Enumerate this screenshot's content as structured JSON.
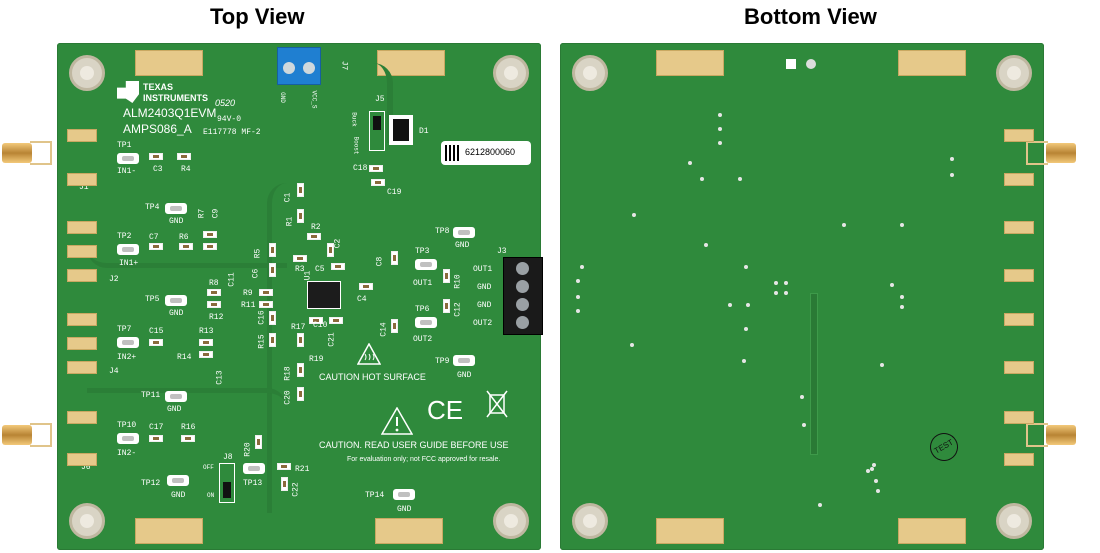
{
  "titles": {
    "top": "Top View",
    "bottom": "Bottom View"
  },
  "top": {
    "logo_line1": "TEXAS",
    "logo_line2": "INSTRUMENTS",
    "board_name": "ALM2403Q1EVM",
    "assembly": "AMPS086_A",
    "date_code": "0520",
    "ul_mark": "94V-0",
    "ul_file": "E117778 MF-2",
    "serial": "6212800060",
    "caution_hot": "CAUTION HOT SURFACE",
    "caution_guide": "CAUTION.  READ USER GUIDE BEFORE USE",
    "eval_note": "For evaluation only; not FCC approved for resale.",
    "ce": "CE",
    "labels": {
      "J1": "J1",
      "J2": "J2",
      "J3": "J3",
      "J4": "J4",
      "J5": "J5",
      "J6": "J6",
      "J7": "J7",
      "J8": "J8",
      "TP1": "TP1",
      "IN1m": "IN1-",
      "TP2": "TP2",
      "IN1p": "IN1+",
      "TP3": "TP3",
      "OUT1": "OUT1",
      "TP4": "TP4",
      "TP5": "TP5",
      "TP6": "TP6",
      "OUT2": "OUT2",
      "TP7": "TP7",
      "IN2p": "IN2+",
      "TP8": "TP8",
      "TP9": "TP9",
      "TP10": "TP10",
      "IN2m": "IN2-",
      "TP11": "TP11",
      "TP12": "TP12",
      "TP13": "TP13",
      "TP14": "TP14",
      "GND": "GND",
      "C3": "C3",
      "R4": "R4",
      "C7": "C7",
      "R6": "R6",
      "R7": "R7",
      "C9": "C9",
      "C15": "C15",
      "R13": "R13",
      "R14": "R14",
      "C13": "C13",
      "C17": "C17",
      "R16": "R16",
      "R8": "R8",
      "R9": "R9",
      "R11": "R11",
      "R12": "R12",
      "C11": "C11",
      "C6": "C6",
      "R5": "R5",
      "C1": "C1",
      "R1": "R1",
      "R2": "R2",
      "C2": "C2",
      "R3": "R3",
      "C5": "C5",
      "U1": "U1",
      "C4": "C4",
      "C8": "C8",
      "R10": "R10",
      "C12": "C12",
      "C16": "C16",
      "R15": "R15",
      "R17": "R17",
      "C10": "C10",
      "C21": "C21",
      "R19": "R19",
      "C14": "C14",
      "R18": "R18",
      "C20": "C20",
      "R20": "R20",
      "R21": "R21",
      "C22": "C22",
      "C18": "C18",
      "C19": "C19",
      "D1": "D1",
      "OFF": "OFF",
      "ON": "ON",
      "VCC_S": "VCC_S",
      "J3_OUT1": "OUT1",
      "J3_GND1": "GND",
      "J3_GND2": "GND",
      "J3_OUT2": "OUT2",
      "J5_a": "Buck",
      "J5_b": "Boost"
    }
  },
  "bottom": {
    "test_mark": "TEST"
  }
}
